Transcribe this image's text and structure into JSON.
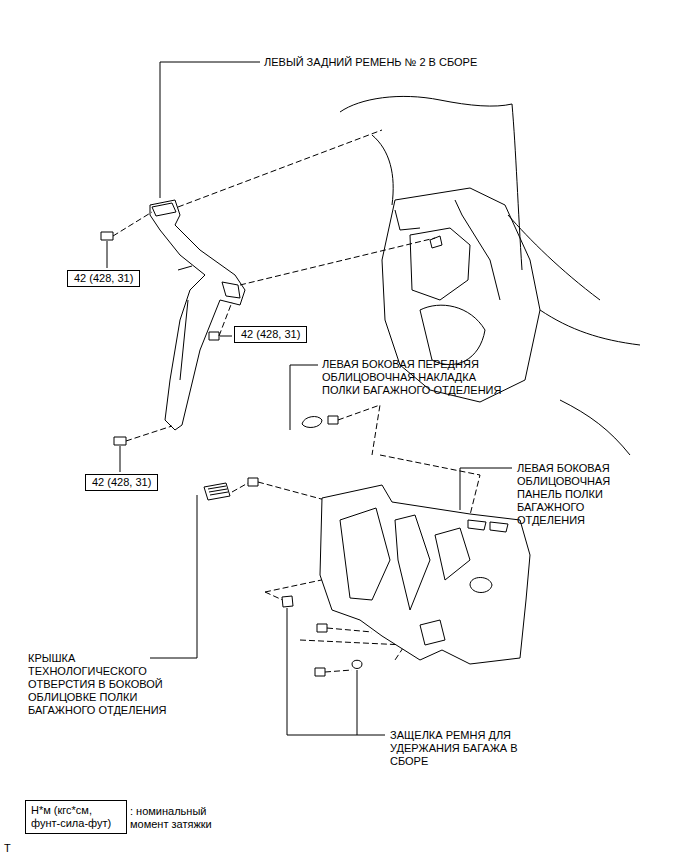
{
  "diagram": {
    "nodes": [
      {
        "text": [
          "42 (428, 31)"
        ]
      },
      {
        "text": [
          "42 (428, 31)"
        ]
      },
      {
        "text": [
          "42 (428, 31)"
        ]
      },
      {
        "text": [
          "Н*м (кгс*см, фунт-сила-фут)",
          ": номинальный момент затяжки"
        ]
      }
    ],
    "labels": [
      "ЛЕВЫЙ ЗАДНИЙ РЕМЕНЬ № 2 В СБОРЕ",
      "ЛЕВАЯ БОКОВАЯ ПЕРЕДНЯЯ ОБЛИЦОВОЧНАЯ НАКЛАДКА ПОЛКИ БАГАЖНОГО ОТДЕЛЕНИЯ",
      "ЛЕВАЯ БОКОВАЯ ОБЛИЦОВОЧНАЯ ПАНЕЛЬ ПОЛКИ БАГАЖНОГО ОТДЕЛЕНИЯ",
      "КРЫШКА ТЕХНОЛОГИЧЕСКОГО ОТВЕРСТИЯ В БОКОВОЙ ОБЛИЦОВКЕ ПОЛКИ БАГАЖНОГО ОТДЕЛЕНИЯ",
      "ЗАЩЕЛКА РЕМНЯ ДЛЯ УДЕРЖАНИЯ БАГАЖА В СБОРЕ",
      "T"
    ]
  }
}
